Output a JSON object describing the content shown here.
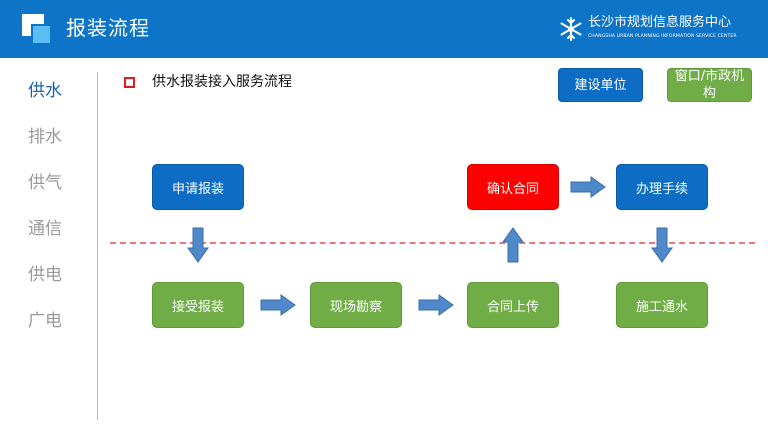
{
  "header": {
    "title": "报装流程",
    "org_name": "长沙市规划信息服务中心",
    "org_subname": "CHANGSHA URBAN PLANNING INFORMATION SERVICE CENTER",
    "background_color": "#0d74c8"
  },
  "sidebar": {
    "items": [
      {
        "label": "供水",
        "active": true
      },
      {
        "label": "排水",
        "active": false
      },
      {
        "label": "供气",
        "active": false
      },
      {
        "label": "通信",
        "active": false
      },
      {
        "label": "供电",
        "active": false
      },
      {
        "label": "广电",
        "active": false
      }
    ],
    "active_color": "#1a62b0",
    "inactive_color": "#9a9a9a"
  },
  "section": {
    "title": "供水报装接入服务流程",
    "marker_color": "#e01a1a"
  },
  "legend": {
    "construction_unit": "建设单位",
    "municipal_agency": "窗口/市政机构",
    "construction_unit_color": "#0d6cc4",
    "municipal_agency_color": "#70ad47"
  },
  "flow": {
    "nodes": [
      {
        "id": "apply",
        "label": "申请报装",
        "color": "#0d6cc4"
      },
      {
        "id": "accept",
        "label": "接受报装",
        "color": "#70ad47"
      },
      {
        "id": "survey",
        "label": "现场勘察",
        "color": "#70ad47"
      },
      {
        "id": "contract-upload",
        "label": "合同上传",
        "color": "#70ad47"
      },
      {
        "id": "confirm-contract",
        "label": "确认合同",
        "color": "#ff0000"
      },
      {
        "id": "procedures",
        "label": "办理手续",
        "color": "#0d6cc4"
      },
      {
        "id": "construction",
        "label": "施工通水",
        "color": "#70ad47"
      }
    ],
    "edges": [
      {
        "from": "apply",
        "to": "accept"
      },
      {
        "from": "accept",
        "to": "survey"
      },
      {
        "from": "survey",
        "to": "contract-upload"
      },
      {
        "from": "contract-upload",
        "to": "confirm-contract"
      },
      {
        "from": "confirm-contract",
        "to": "procedures"
      },
      {
        "from": "procedures",
        "to": "construction"
      }
    ],
    "arrow_color": "#4f89c9",
    "divider_color": "#e8787a"
  }
}
